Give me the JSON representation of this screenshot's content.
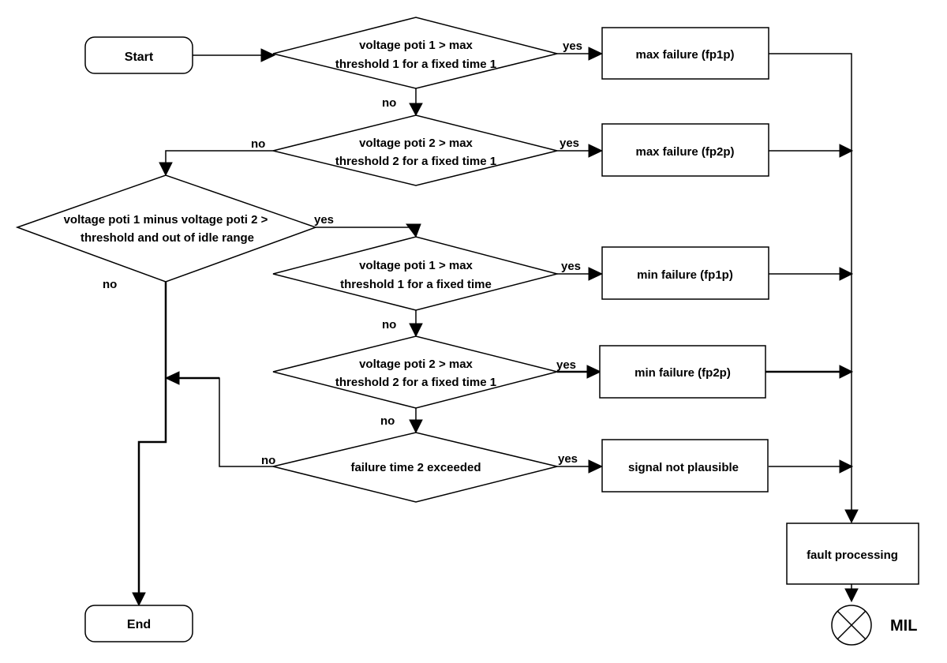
{
  "nodes": {
    "start": "Start",
    "end": "End",
    "decision1": [
      "voltage poti 1 > max",
      "threshold 1 for a fixed time 1"
    ],
    "decision2": [
      "voltage poti 2 > max",
      "threshold 2 for a fixed time 1"
    ],
    "decision3": [
      "voltage poti 1 minus voltage poti 2 >",
      "threshold and out of  idle range"
    ],
    "decision4": [
      "voltage poti 1 > max",
      "threshold 1 for a fixed time"
    ],
    "decision5": [
      "voltage poti 2 > max",
      "threshold 2 for a fixed time 1"
    ],
    "decision6": "failure time 2 exceeded",
    "box_max_fp1p": "max failure (fp1p)",
    "box_max_fp2p": "max failure (fp2p)",
    "box_min_fp1p": "min failure (fp1p)",
    "box_min_fp2p": "min failure (fp2p)",
    "box_signal": "signal not plausible",
    "box_fault": "fault processing",
    "mil_label": "MIL"
  },
  "edge_labels": {
    "yes": "yes",
    "no": "no"
  }
}
